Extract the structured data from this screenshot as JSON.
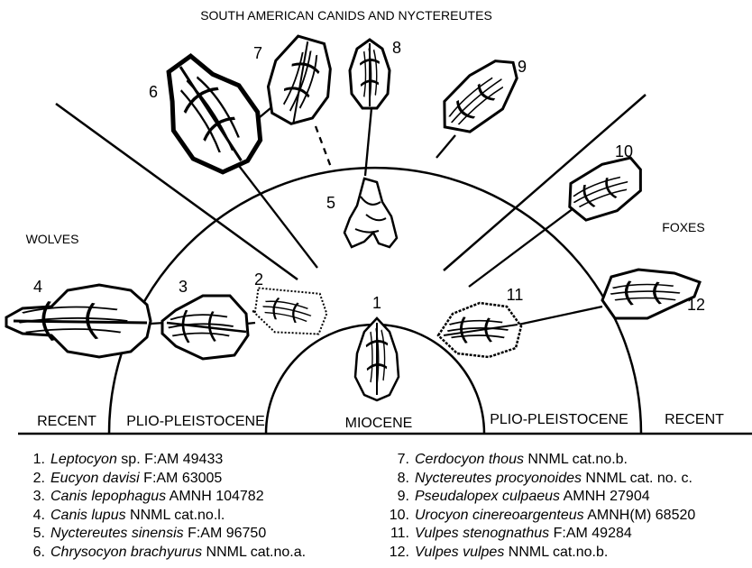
{
  "title": "SOUTH AMERICAN CANIDS AND NYCTEREUTES",
  "groups": {
    "left": "WOLVES",
    "right": "FOXES"
  },
  "eras": [
    "RECENT",
    "PLIO-PLEISTOCENE",
    "MIOCENE",
    "PLIO-PLEISTOCENE",
    "RECENT"
  ],
  "specimen_numbers": [
    "1",
    "2",
    "3",
    "4",
    "5",
    "6",
    "7",
    "8",
    "9",
    "10",
    "11",
    "12"
  ],
  "legend_left": [
    {
      "num": "1.",
      "species": "Leptocyon",
      "rest": " sp.  F:AM 49433"
    },
    {
      "num": "2.",
      "species": "Eucyon davisi",
      "rest": "  F:AM 63005"
    },
    {
      "num": "3.",
      "species": "Canis lepophagus",
      "rest": "  AMNH 104782"
    },
    {
      "num": "4.",
      "species": "Canis lupus",
      "rest": "  NNML cat.no.l."
    },
    {
      "num": "5.",
      "species": "Nyctereutes sinensis",
      "rest": "  F:AM 96750"
    },
    {
      "num": "6.",
      "species": "Chrysocyon brachyurus",
      "rest": " NNML cat.no.a."
    }
  ],
  "legend_right": [
    {
      "num": "7.",
      "species": "Cerdocyon thous",
      "rest": "  NNML cat.no.b."
    },
    {
      "num": "8.",
      "species": "Nyctereutes procyonoides",
      "rest": "  NNML cat. no. c."
    },
    {
      "num": "9.",
      "species": "Pseudalopex culpaeus",
      "rest": "  AMNH 27904"
    },
    {
      "num": "10.",
      "species": "Urocyon cinereoargenteus",
      "rest": " AMNH(M) 68520"
    },
    {
      "num": "11.",
      "species": "Vulpes stenognathus",
      "rest": "  F:AM 49284"
    },
    {
      "num": "12.",
      "species": "Vulpes vulpes",
      "rest": "  NNML cat.no.b."
    }
  ]
}
